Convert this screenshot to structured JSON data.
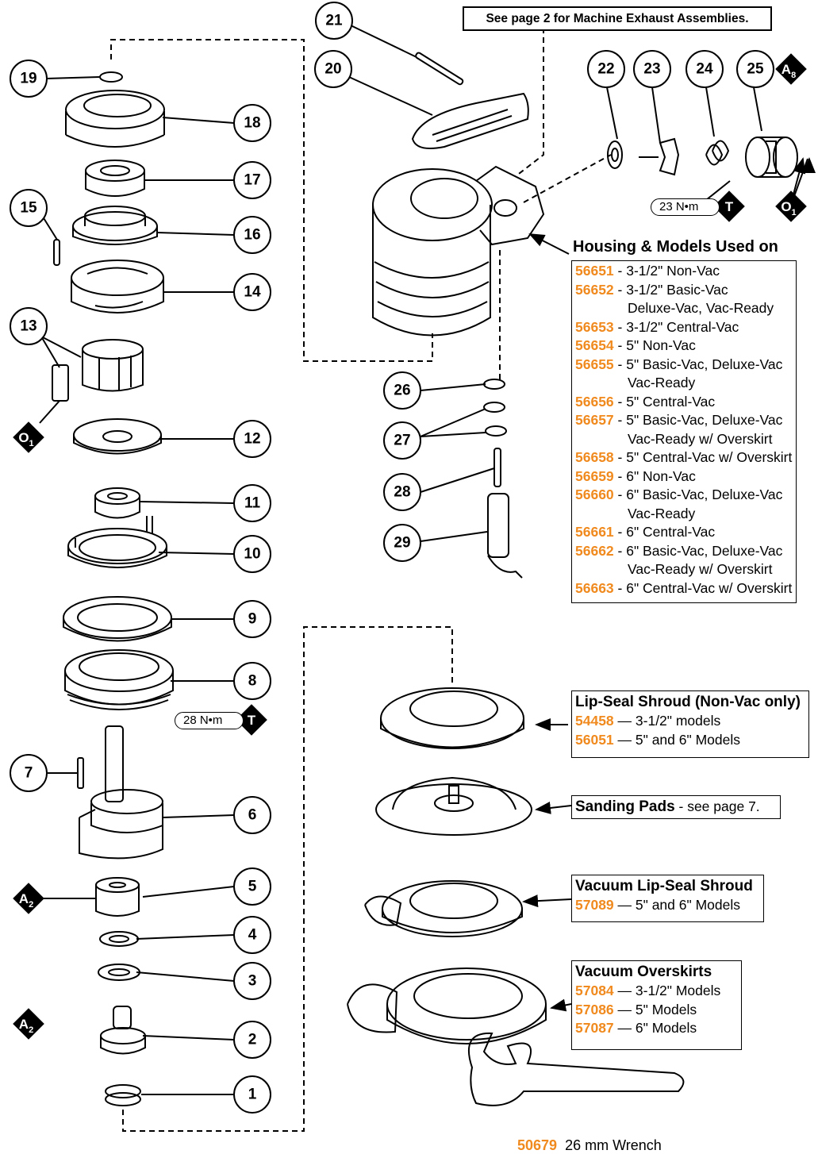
{
  "note": "See page 2 for Machine Exhaust Assemblies.",
  "callouts": [
    "1",
    "2",
    "3",
    "4",
    "5",
    "6",
    "7",
    "8",
    "9",
    "10",
    "11",
    "12",
    "13",
    "14",
    "15",
    "16",
    "17",
    "18",
    "19",
    "20",
    "21",
    "22",
    "23",
    "24",
    "25",
    "26",
    "27",
    "28",
    "29"
  ],
  "markers": {
    "A": "A",
    "A_sub_2": "2",
    "A_sub_8": "8",
    "O": "O",
    "O_sub_1": "1",
    "T": "T"
  },
  "torque": {
    "left": "28 N•m",
    "right": "23 N•m"
  },
  "housing": {
    "title": "Housing & Models Used on",
    "rows": [
      {
        "pn": "56651",
        "text": " - 3-1/2\" Non-Vac",
        "cont": ""
      },
      {
        "pn": "56652",
        "text": " - 3-1/2\" Basic-Vac",
        "cont": "Deluxe-Vac, Vac-Ready"
      },
      {
        "pn": "56653",
        "text": " - 3-1/2\" Central-Vac",
        "cont": ""
      },
      {
        "pn": "56654",
        "text": " - 5\" Non-Vac",
        "cont": ""
      },
      {
        "pn": "56655",
        "text": " - 5\" Basic-Vac, Deluxe-Vac",
        "cont": "Vac-Ready"
      },
      {
        "pn": "56656",
        "text": " - 5\" Central-Vac",
        "cont": ""
      },
      {
        "pn": "56657",
        "text": " - 5\" Basic-Vac, Deluxe-Vac",
        "cont": "Vac-Ready w/ Overskirt"
      },
      {
        "pn": "56658",
        "text": " - 5\" Central-Vac w/ Overskirt",
        "cont": ""
      },
      {
        "pn": "56659",
        "text": " - 6\" Non-Vac",
        "cont": ""
      },
      {
        "pn": "56660",
        "text": " - 6\" Basic-Vac, Deluxe-Vac",
        "cont": "Vac-Ready"
      },
      {
        "pn": "56661",
        "text": " - 6\" Central-Vac",
        "cont": ""
      },
      {
        "pn": "56662",
        "text": " - 6\" Basic-Vac, Deluxe-Vac",
        "cont": "Vac-Ready w/ Overskirt"
      },
      {
        "pn": "56663",
        "text": " - 6\" Central-Vac w/ Overskirt",
        "cont": ""
      }
    ]
  },
  "lip_seal": {
    "title": "Lip-Seal Shroud (Non-Vac only)",
    "rows": [
      {
        "pn": "54458",
        "text": " — 3-1/2\" models"
      },
      {
        "pn": "56051",
        "text": " — 5\" and 6\" Models"
      }
    ]
  },
  "sanding_pads": {
    "title": "Sanding Pads",
    "text": " - see page 7."
  },
  "vac_lip_seal": {
    "title": "Vacuum Lip-Seal Shroud",
    "rows": [
      {
        "pn": "57089",
        "text": " — 5\" and 6\" Models"
      }
    ]
  },
  "overskirts": {
    "title": "Vacuum Overskirts",
    "rows": [
      {
        "pn": "57084",
        "text": " — 3-1/2\" Models"
      },
      {
        "pn": "57086",
        "text": " — 5\" Models"
      },
      {
        "pn": "57087",
        "text": " — 6\" Models"
      }
    ]
  },
  "wrench": {
    "pn": "50679",
    "text": "  26 mm Wrench"
  }
}
